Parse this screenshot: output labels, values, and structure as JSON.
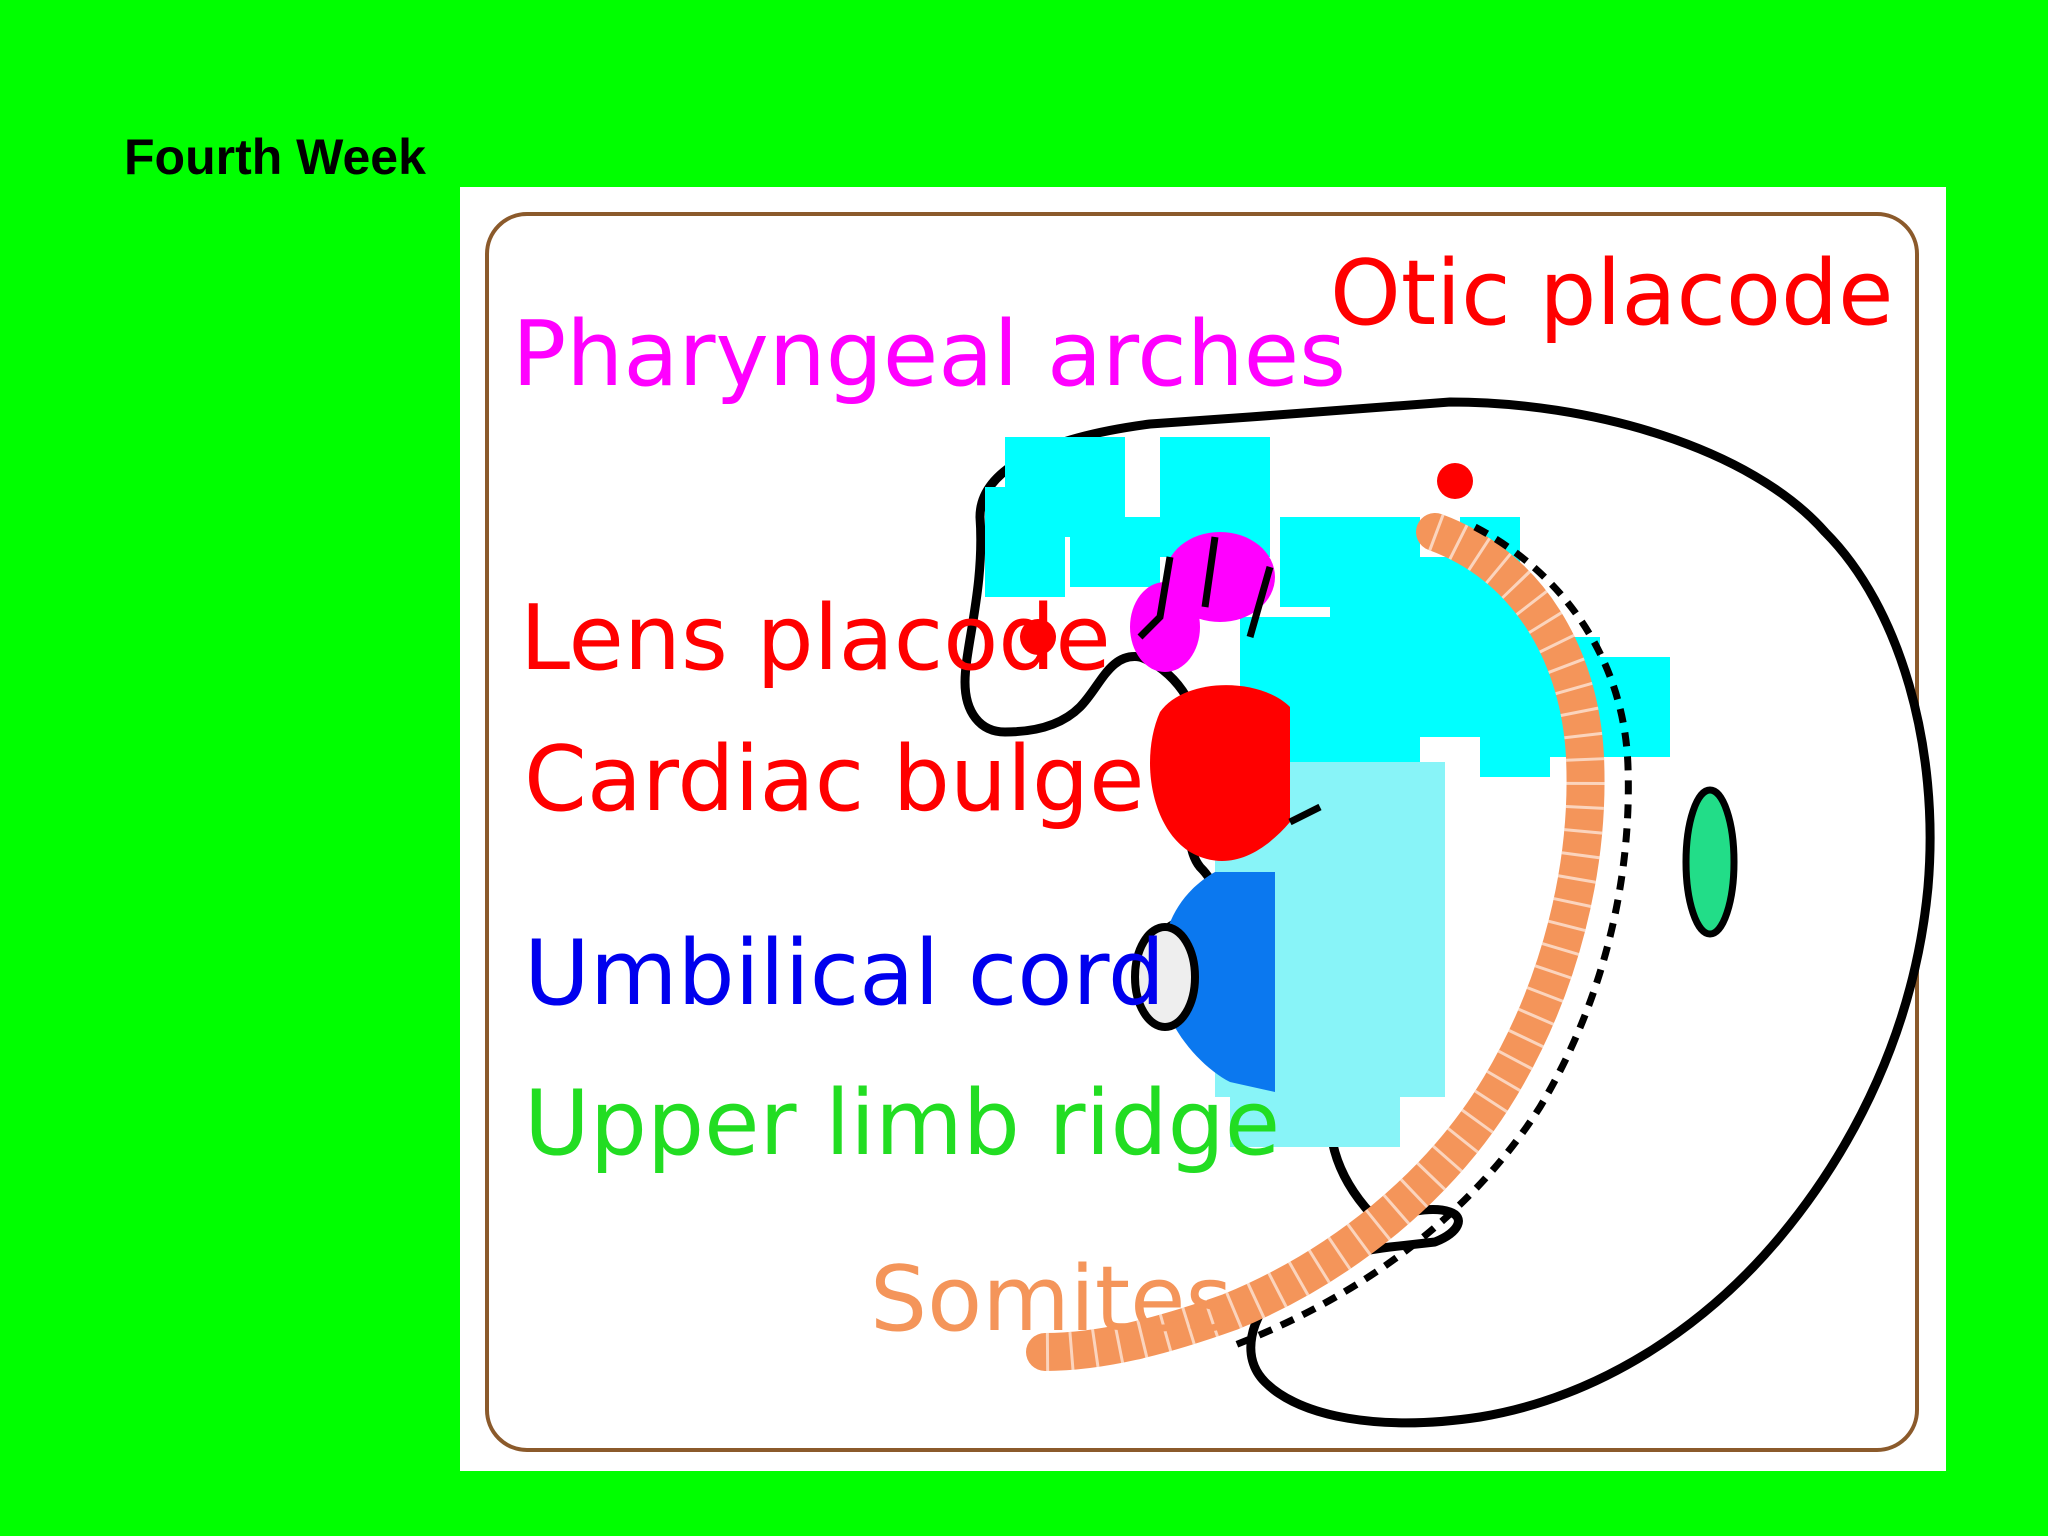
{
  "slide": {
    "title": "Fourth Week"
  },
  "diagram": {
    "colors": {
      "background": "#00ff00",
      "panel": "#ffffff",
      "frame": "#8b5a2b",
      "outline": "#000000",
      "mesenchyme": "#00ffff",
      "mesenchyme_light": "#88f4f8",
      "somites": "#f4955a",
      "heart": "#ff0000",
      "cord": "#0b78ef",
      "limb": "#22dd88"
    },
    "labels": {
      "otic_placode": {
        "text": "Otic placode",
        "color": "#ff0000"
      },
      "pharyngeal_arches": {
        "text": "Pharyngeal arches",
        "color": "#ff00ff"
      },
      "lens_placode": {
        "text": "Lens placode",
        "color": "#ff0000"
      },
      "cardiac_bulge": {
        "text": "Cardiac bulge",
        "color": "#ff0000"
      },
      "umbilical_cord": {
        "text": "Umbilical cord",
        "color": "#0000ee"
      },
      "upper_limb_ridge": {
        "text": "Upper limb ridge",
        "color": "#22dd22"
      },
      "somites": {
        "text": "Somites",
        "color": "#f4955a"
      }
    }
  }
}
